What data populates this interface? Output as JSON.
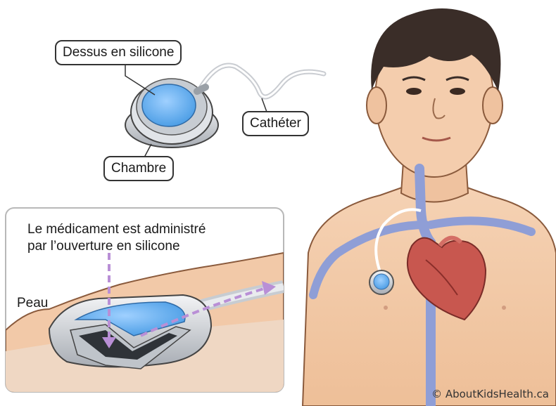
{
  "labels": {
    "silicone_top": "Dessus en silicone",
    "catheter": "Cathéter",
    "chamber": "Chambre",
    "skin": "Peau",
    "inset_caption_line1": "Le médicament est administré",
    "inset_caption_line2": "par l’ouverture en silicone"
  },
  "credit": "© AboutKidsHealth.ca",
  "colors": {
    "skin": "#f2c9a8",
    "silicone": "#6fb4ef",
    "port_metal": "#cfd3d8",
    "vein": "#8f9ed6",
    "heart": "#c8574f",
    "arrow": "#b98fd6",
    "hair": "#3a2d28"
  }
}
